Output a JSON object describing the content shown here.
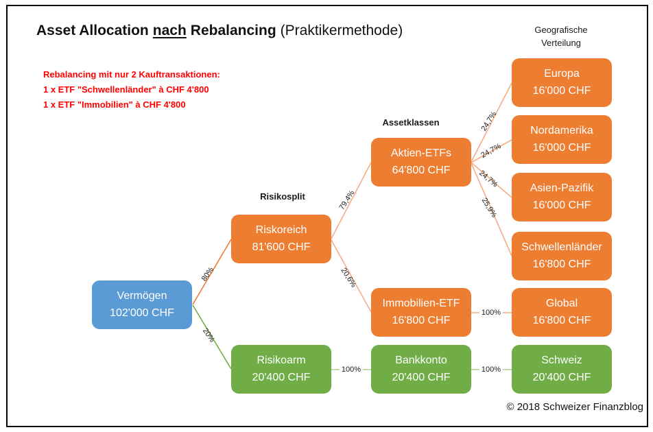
{
  "title": {
    "part1": "Asset Allocation",
    "part2": "nach",
    "part3": "Rebalancing",
    "part4": "(Praktikermethode)"
  },
  "note": {
    "lines": [
      "Rebalancing mit nur 2 Kauftransaktionen:",
      "1 x ETF \"Schwellenländer\" à CHF 4'800",
      "1 x ETF \"Immobilien\" à CHF 4'800"
    ]
  },
  "column_labels": {
    "risikosplit": "Risikosplit",
    "assetklassen": "Assetklassen",
    "geografische_line1": "Geografische",
    "geografische_line2": "Verteilung"
  },
  "nodes": {
    "vermoegen": {
      "label": "Vermögen",
      "value": "102'000 CHF"
    },
    "riskoreich": {
      "label": "Riskoreich",
      "value": "81'600 CHF"
    },
    "risikoarm": {
      "label": "Risikoarm",
      "value": "20'400 CHF"
    },
    "aktien_etfs": {
      "label": "Aktien-ETFs",
      "value": "64'800 CHF"
    },
    "immobilien_etf": {
      "label": "Immobilien-ETF",
      "value": "16'800 CHF"
    },
    "bankkonto": {
      "label": "Bankkonto",
      "value": "20'400 CHF"
    },
    "europa": {
      "label": "Europa",
      "value": "16'000 CHF"
    },
    "nordamerika": {
      "label": "Nordamerika",
      "value": "16'000 CHF"
    },
    "asien_pazifik": {
      "label": "Asien-Pazifik",
      "value": "16'000 CHF"
    },
    "schwellenlaender": {
      "label": "Schwellenländer",
      "value": "16'800 CHF"
    },
    "global": {
      "label": "Global",
      "value": "16'800 CHF"
    },
    "schweiz": {
      "label": "Schweiz",
      "value": "20'400 CHF"
    }
  },
  "edges": {
    "vermoegen_riskoreich": "80%",
    "vermoegen_risikoarm": "20%",
    "riskoreich_aktien": "79,4%",
    "riskoreich_immobilien": "20,6%",
    "aktien_europa": "24,7%",
    "aktien_nordamerika": "24,7%",
    "aktien_asien": "24,7%",
    "aktien_schwellen": "25,9%",
    "immobilien_global": "100%",
    "risikoarm_bankkonto": "100%",
    "bankkonto_schweiz": "100%"
  },
  "colors": {
    "node_blue": "#5B9BD5",
    "node_orange": "#ED7D31",
    "node_green": "#70AD47",
    "line_orange_strong": "#ED7D31",
    "line_orange_light": "#F4AE84",
    "line_green_strong": "#70AD47",
    "line_green_light": "#A9D18E",
    "note_red": "#FF0000"
  },
  "footer": {
    "copyright": "© 2018 Schweizer Finanzblog"
  }
}
